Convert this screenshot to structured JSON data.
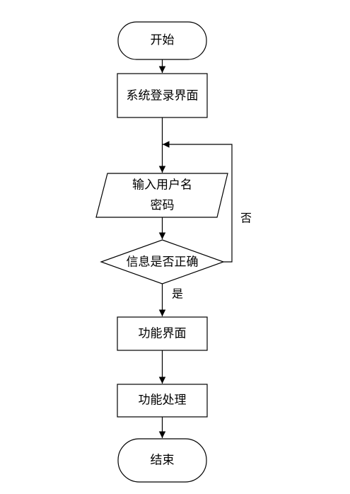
{
  "nodes": {
    "start": "开始",
    "login": "系统登录界面",
    "input_line1": "输入用户名",
    "input_line2": "密码",
    "check": "信息是否正确",
    "function_ui": "功能界面",
    "function_proc": "功能处理",
    "end": "结束"
  },
  "edge_labels": {
    "no": "否",
    "yes": "是"
  }
}
